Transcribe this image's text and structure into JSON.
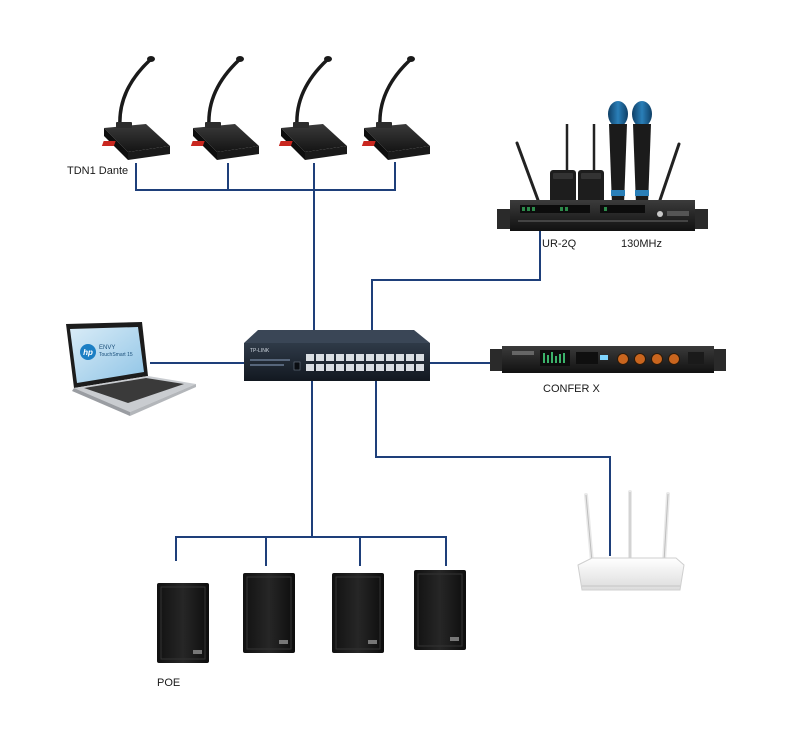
{
  "labels": {
    "conference_units": "TDN1 Dante",
    "wireless_receiver": "UR-2Q",
    "frequency": "130MHz",
    "processor": "CONFER X",
    "speakers": "POE"
  },
  "device_text": {
    "laptop_brand": "hp",
    "laptop_model_line1": "ENVY",
    "laptop_model_line2": "TouchSmart 15",
    "switch_brand": "TP-LINK"
  },
  "colors": {
    "cable": "#1e3f7a",
    "device_dark": "#232323",
    "mic_head": "#1c5f8f",
    "accent_red": "#c9271f",
    "knob_orange": "#c9651e"
  }
}
